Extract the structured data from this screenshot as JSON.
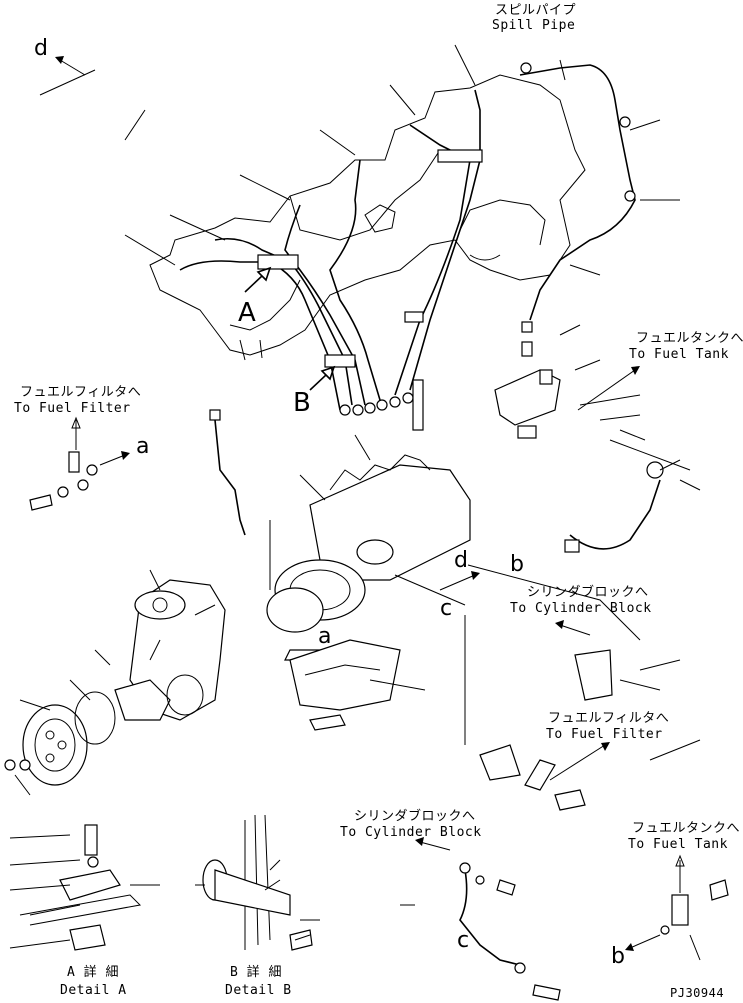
{
  "labels": {
    "spill_pipe_jp": "スピルパイプ",
    "spill_pipe_en": "Spill Pipe",
    "fuel_tank_top_jp": "フュエルタンクへ",
    "fuel_tank_top_en": "To Fuel Tank",
    "fuel_filter_left_jp": "フュエルフィルタへ",
    "fuel_filter_left_en": "To Fuel Filter",
    "cyl_block_mid_jp": "シリンダブロックへ",
    "cyl_block_mid_en": "To Cylinder Block",
    "fuel_filter_mid_jp": "フュエルフィルタへ",
    "fuel_filter_mid_en": "To Fuel Filter",
    "cyl_block_bot_jp": "シリンダブロックへ",
    "cyl_block_bot_en": "To Cylinder Block",
    "fuel_tank_bot_jp": "フュエルタンクへ",
    "fuel_tank_bot_en": "To Fuel Tank",
    "detail_a_jp": "A 詳 細",
    "detail_a_en": "Detail A",
    "detail_b_jp": "B 詳 細",
    "detail_b_en": "Detail B",
    "part_code": "PJ30944"
  },
  "view_markers": {
    "A": "A",
    "B": "B"
  },
  "connection_letters": {
    "d_top": "d",
    "a_right": "a",
    "d_mid": "d",
    "b_mid": "b",
    "c_mid": "c",
    "a_mid": "a",
    "c_bot": "c",
    "b_bot": "b"
  }
}
